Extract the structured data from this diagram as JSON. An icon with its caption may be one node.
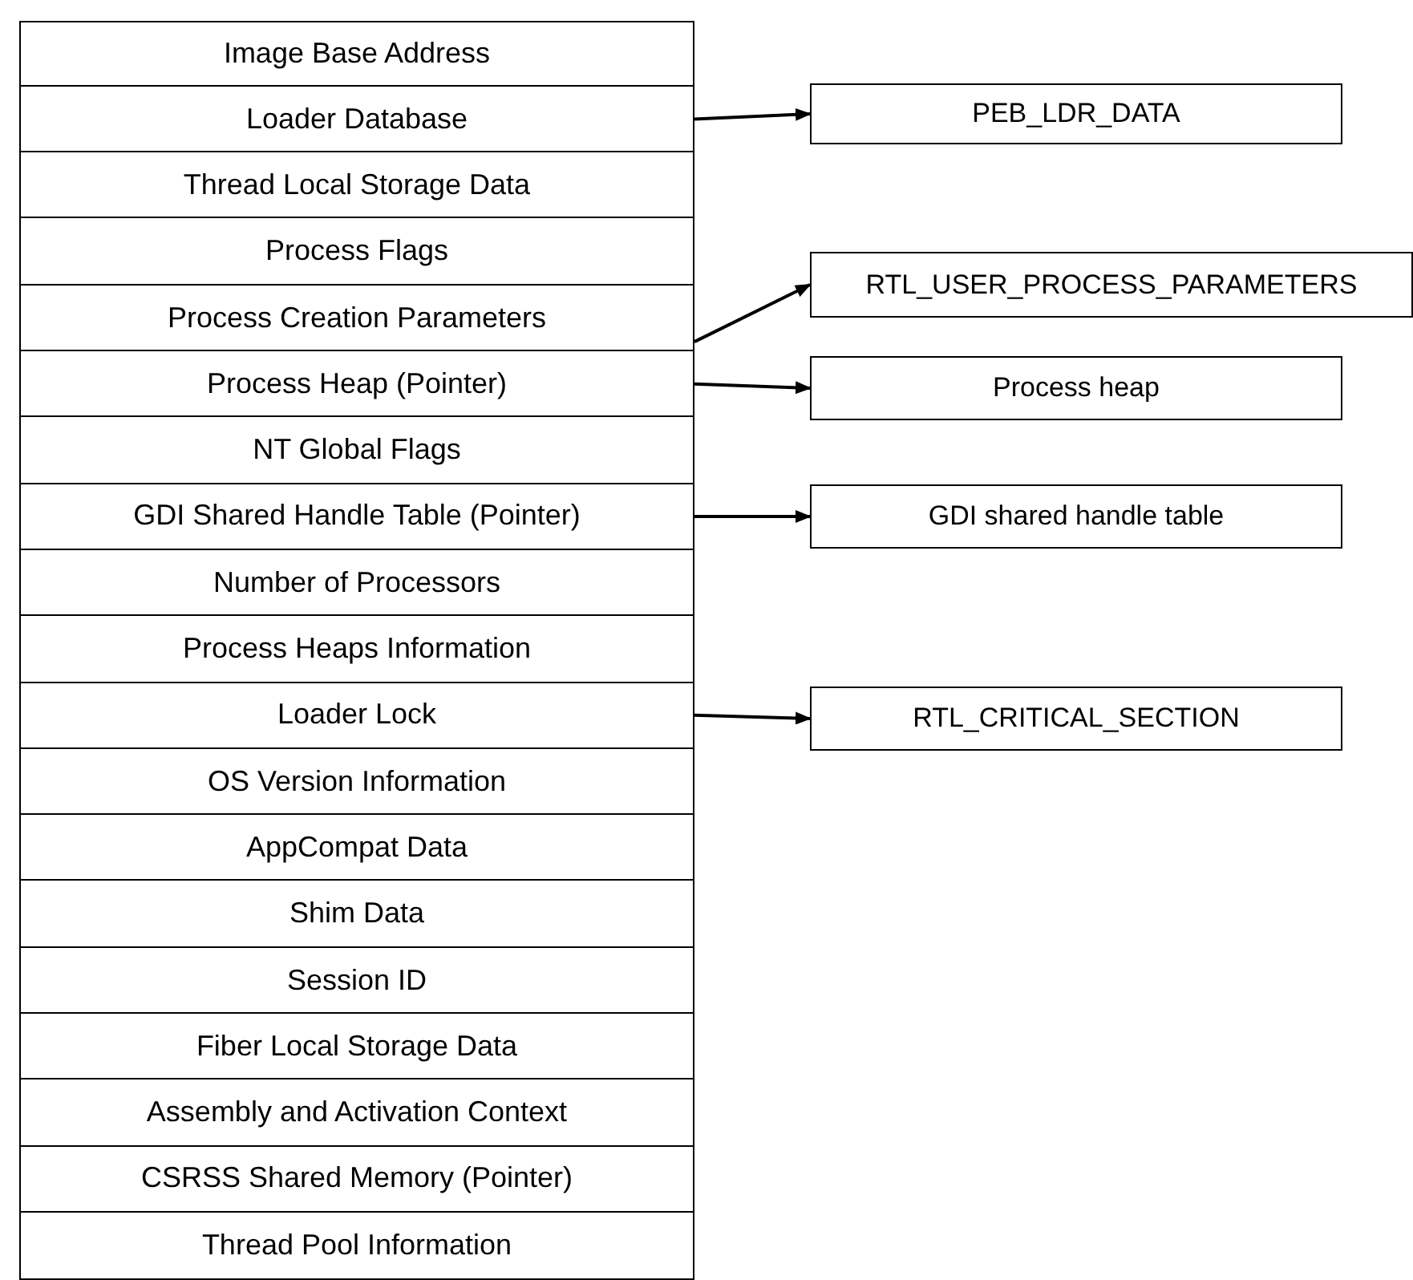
{
  "diagram": {
    "nodes": [
      {
        "text": [
          "Image Base Address"
        ]
      },
      {
        "text": [
          "Loader Database"
        ]
      },
      {
        "text": [
          "Thread Local Storage Data"
        ]
      },
      {
        "text": [
          "Process Flags"
        ]
      },
      {
        "text": [
          "Process Creation Parameters"
        ]
      },
      {
        "text": [
          "Process Heap (Pointer)"
        ]
      },
      {
        "text": [
          "NT Global Flags"
        ]
      },
      {
        "text": [
          "GDI Shared Handle Table (Pointer)"
        ]
      },
      {
        "text": [
          "Number of Processors"
        ]
      },
      {
        "text": [
          "Process Heaps Information"
        ]
      },
      {
        "text": [
          "Loader Lock"
        ]
      },
      {
        "text": [
          "OS Version Information"
        ]
      },
      {
        "text": [
          "AppCompat Data"
        ]
      },
      {
        "text": [
          "Shim Data"
        ]
      },
      {
        "text": [
          "Session ID"
        ]
      },
      {
        "text": [
          "Fiber Local Storage Data"
        ]
      },
      {
        "text": [
          "Assembly and Activation Context"
        ]
      },
      {
        "text": [
          "CSRSS Shared Memory (Pointer)"
        ]
      },
      {
        "text": [
          "Thread Pool Information"
        ]
      },
      {
        "text": [
          "PEB_LDR_DATA"
        ]
      },
      {
        "text": [
          "RTL_USER_PROCESS_PARAMETERS"
        ]
      },
      {
        "text": [
          "Process heap"
        ]
      },
      {
        "text": [
          "GDI shared handle table"
        ]
      },
      {
        "text": [
          "RTL_CRITICAL_SECTION"
        ]
      }
    ],
    "edges": [
      {
        "from": 1,
        "to": 19,
        "arrow": "to"
      },
      {
        "from": 4,
        "to": 20,
        "arrow": "to"
      },
      {
        "from": 5,
        "to": 21,
        "arrow": "to"
      },
      {
        "from": 7,
        "to": 22,
        "arrow": "to"
      },
      {
        "from": 10,
        "to": 23,
        "arrow": "to"
      }
    ]
  }
}
